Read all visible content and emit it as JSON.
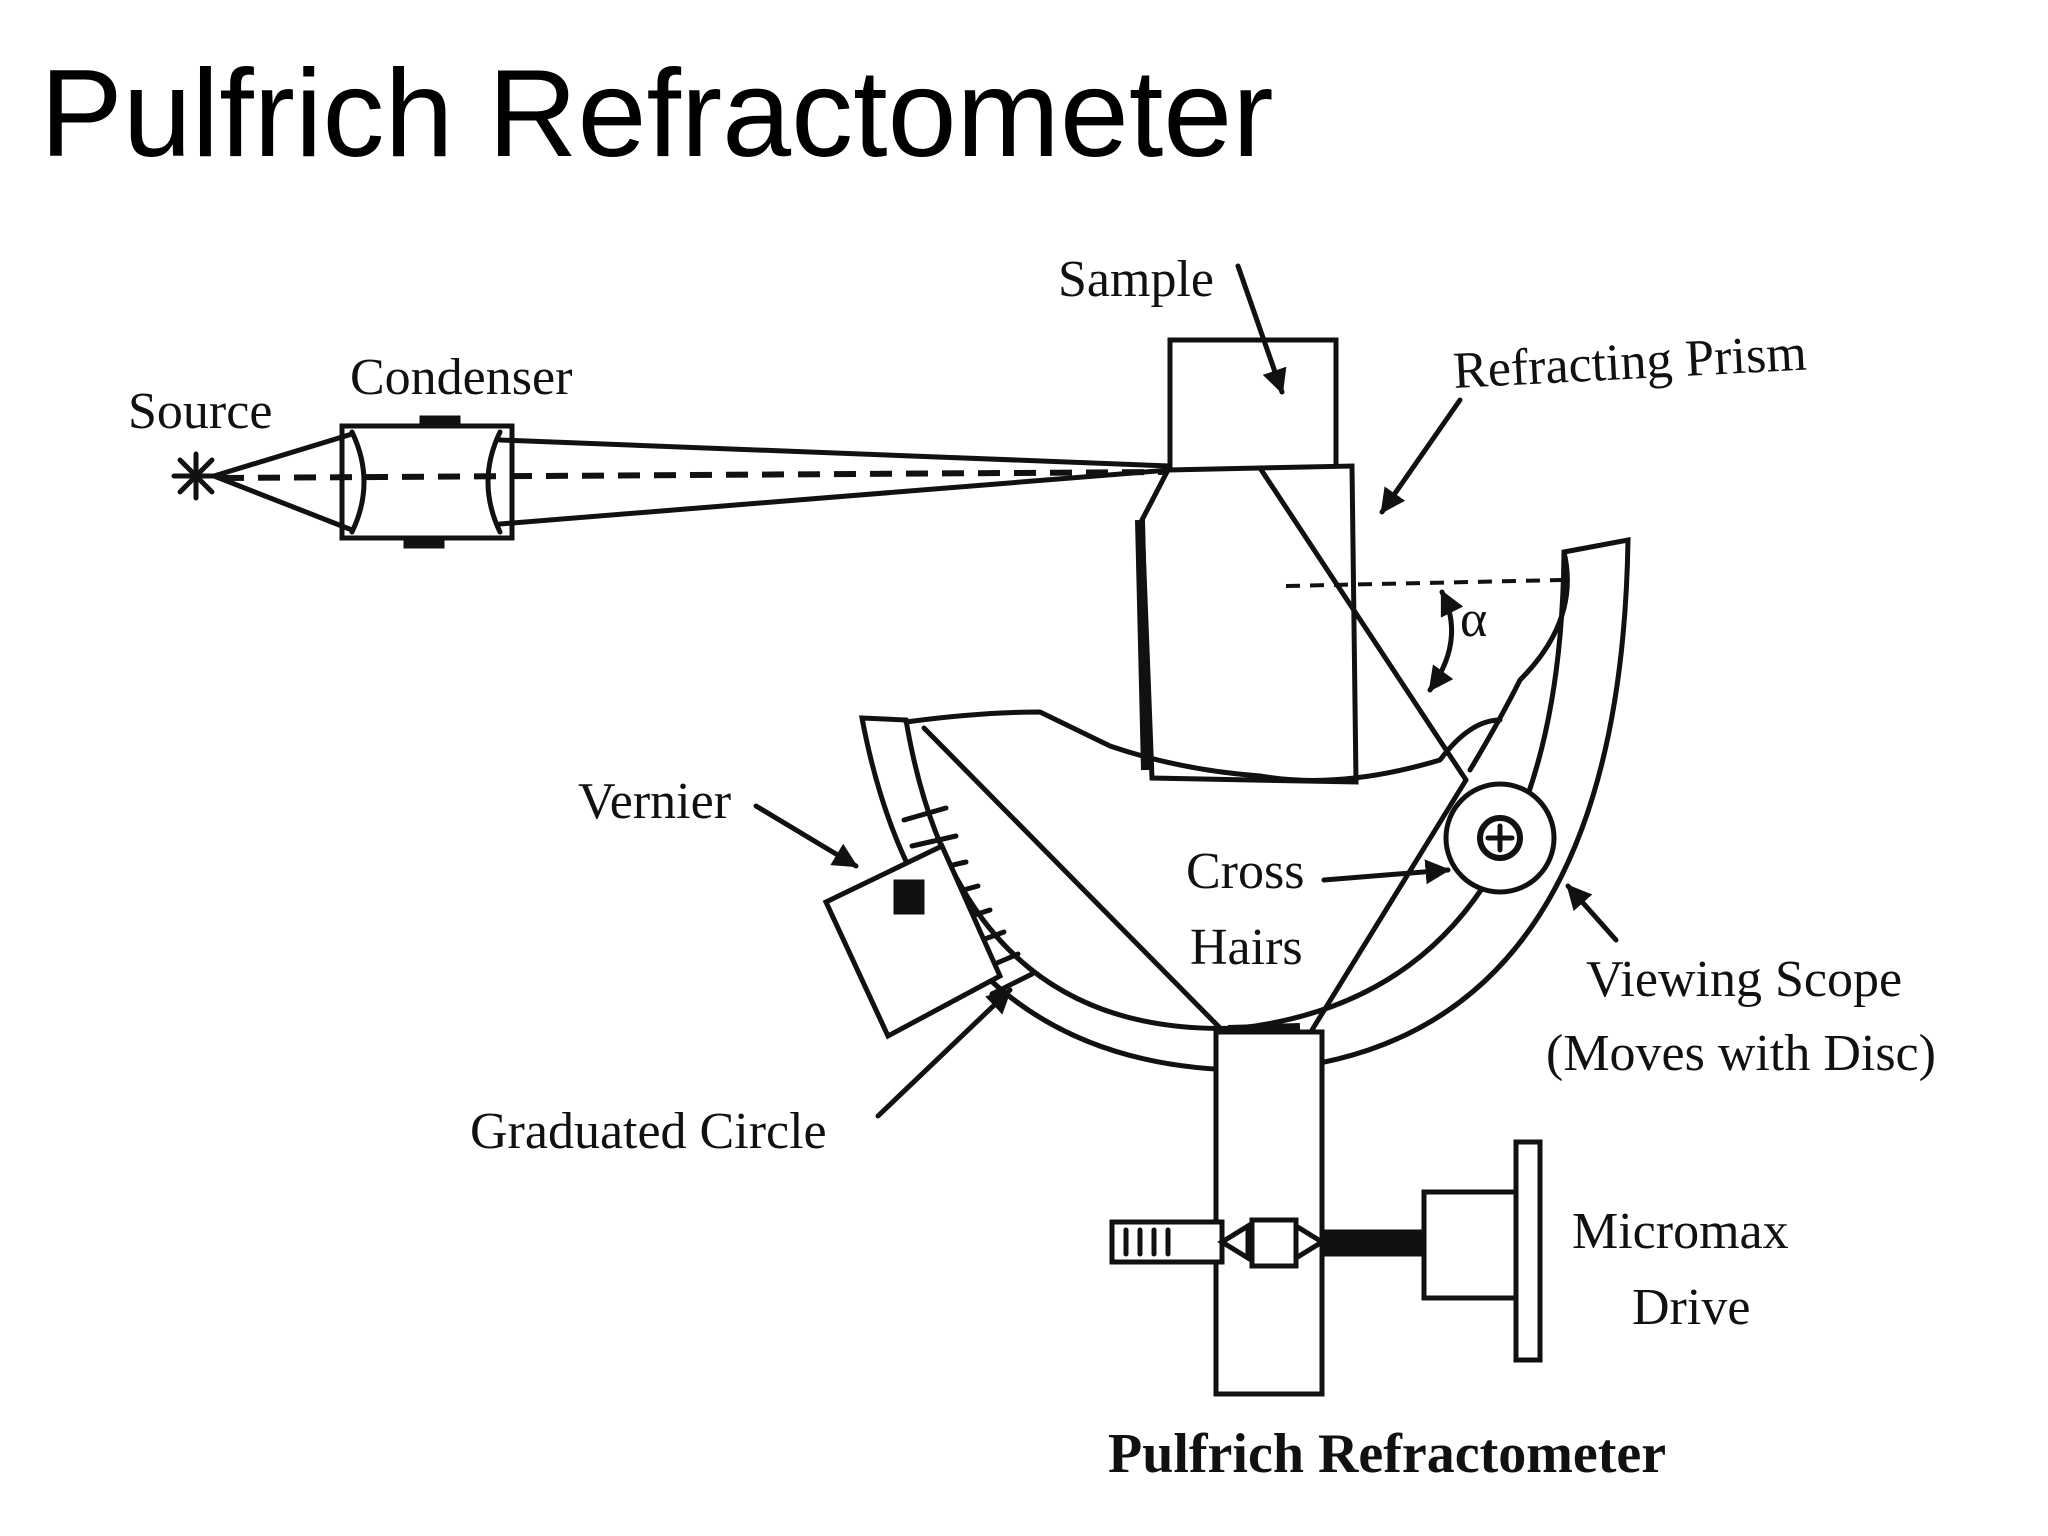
{
  "title": "Pulfrich Refractometer",
  "labels": {
    "sample": "Sample",
    "condenser": "Condenser",
    "source": "Source",
    "refracting_prism": "Refracting Prism",
    "alpha": "α",
    "vernier": "Vernier",
    "cross": "Cross",
    "hairs": "Hairs",
    "viewing_scope": "Viewing Scope",
    "moves_with_disc": "(Moves with Disc)",
    "graduated_circle": "Graduated Circle",
    "micromax": "Micromax",
    "drive": "Drive",
    "caption": "Pulfrich Refractometer"
  }
}
